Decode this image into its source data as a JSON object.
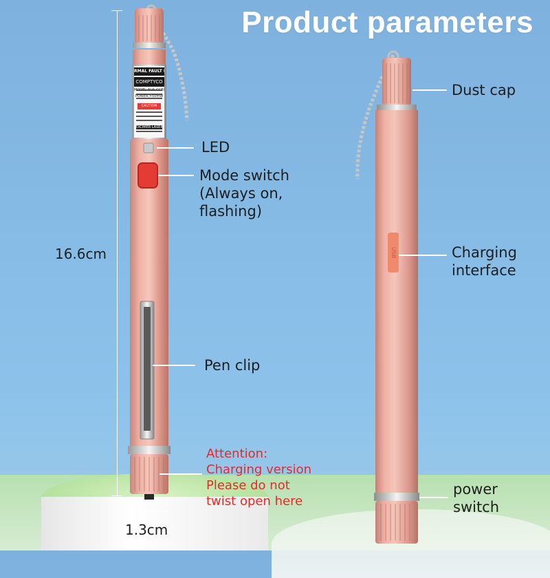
{
  "title": "Product parameters",
  "labels": {
    "led": "LED",
    "mode_switch": [
      "Mode switch",
      "(Always on,",
      "flashing)"
    ],
    "pen_clip": "Pen clip",
    "dust_cap": "Dust cap",
    "charging_interface": [
      "Charging",
      "interface"
    ],
    "power_switch": [
      "power",
      "switch"
    ]
  },
  "attention": [
    "Attention:",
    "Charging version",
    "Please do not",
    "twist open here"
  ],
  "dimensions": {
    "length": "16.6cm",
    "diameter": "1.3cm"
  },
  "pen_print": {
    "brand": "COMPTYCO",
    "model": "MODEL:AUA-GC50",
    "power": "POWER:>50mW",
    "caution": "CAUTION",
    "header": "RMAL FAULT LOCATOR",
    "laser": "EXCIMER LASER",
    "usb": "USB"
  },
  "colors": {
    "accent_text": "#ffffff",
    "attention_text": "#e52a2a",
    "pen_body": "#e7a093",
    "mode_button": "#e53b35",
    "usb_port": "#f08a6c"
  }
}
